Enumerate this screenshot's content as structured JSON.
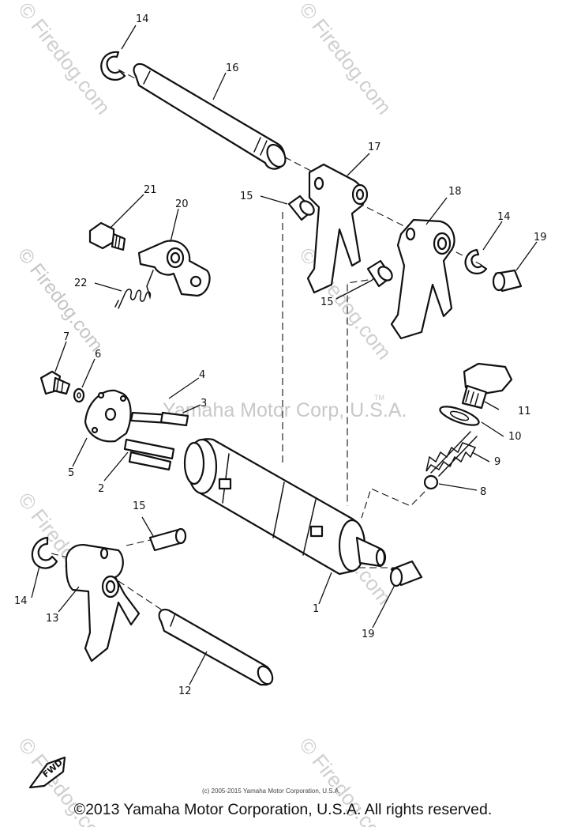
{
  "watermark": {
    "text": "© Firedog.com",
    "corp_text": "Yamaha Motor Corp, U.S.A.",
    "tm": "TM"
  },
  "diagram": {
    "callouts": [
      "1",
      "2",
      "3",
      "4",
      "5",
      "6",
      "7",
      "8",
      "9",
      "10",
      "11",
      "12",
      "13",
      "14",
      "15",
      "16",
      "17",
      "18",
      "19",
      "20",
      "21",
      "22"
    ],
    "fwd_label": "FWD"
  },
  "footer": {
    "small_credit": "(c) 2005-2015 Yamaha Motor Corporation, U.S.A.",
    "copyright": "©2013 Yamaha Motor Corporation, U.S.A. All rights reserved."
  }
}
